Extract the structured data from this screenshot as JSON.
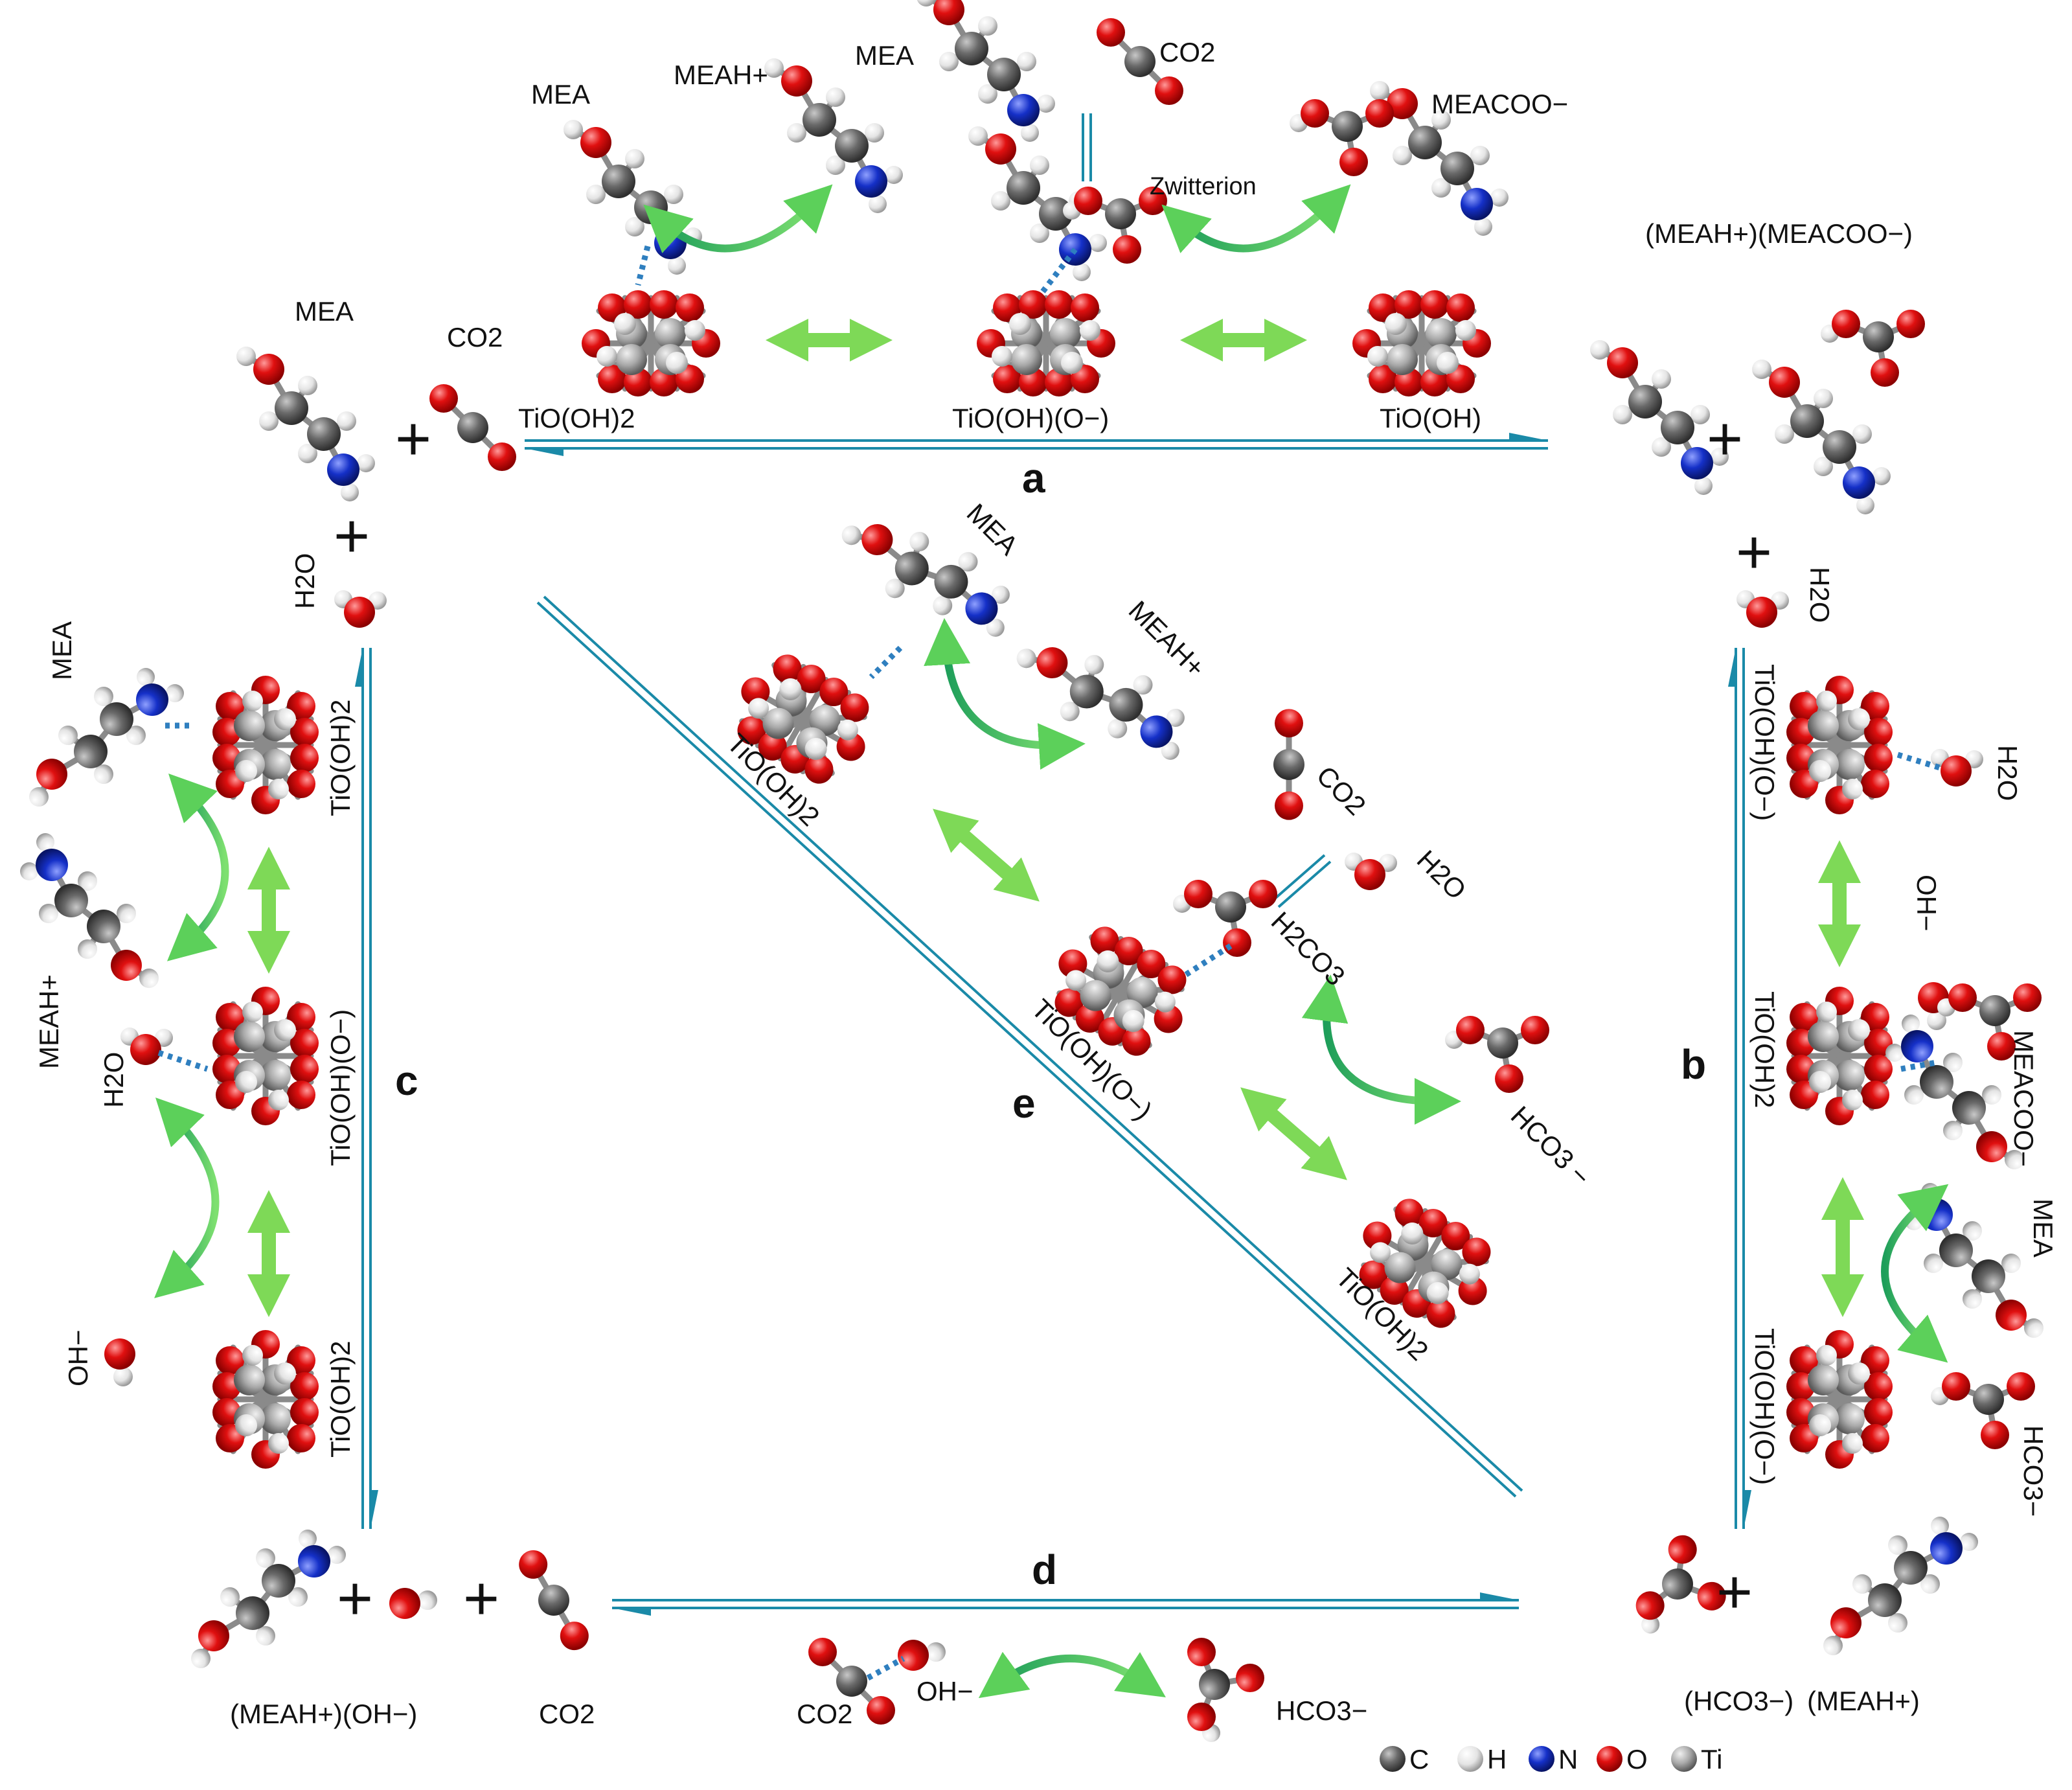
{
  "legend": [
    {
      "symbol": "C",
      "color": "#666666"
    },
    {
      "symbol": "H",
      "color": "#e6e6e6"
    },
    {
      "symbol": "N",
      "color": "#1530c8"
    },
    {
      "symbol": "O",
      "color": "#e01010"
    },
    {
      "symbol": "Ti",
      "color": "#a9a9a9"
    }
  ],
  "panels": {
    "a": "a",
    "b": "b",
    "c": "c",
    "d": "d",
    "e": "e"
  },
  "labels": {
    "a_mea_reactant": "MEA",
    "a_co2_reactant": "CO2",
    "a_h2o_reactant": "H2O",
    "a_mea_adsorbed": "MEA",
    "a_meah": "MEAH+",
    "a_mea_top": "MEA",
    "a_co2_top": "CO2",
    "a_zwitterion": "Zwitterion",
    "a_meacoo": "MEACOO−",
    "a_product": "(MEAH+)(MEACOO−)",
    "a_h2o_product": "H2O",
    "a_surf1": "TiO(OH)2",
    "a_surf2": "TiO(OH)(O−)",
    "a_surf3": "TiO(OH)",
    "b_surf1": "TiO(OH)(O−)",
    "b_h2o": "H2O",
    "b_oh": "OH−",
    "b_surf2": "TiO(OH)2",
    "b_meacoo": "MEACOO−",
    "b_mea": "MEA",
    "b_hco3": "HCO3−",
    "b_surf3": "TiO(OH)(O−)",
    "c_mea": "MEA",
    "c_surf1": "TiO(OH)2",
    "c_meah": "MEAH+",
    "c_h2o": "H2O",
    "c_surf2": "TiO(OH)(O−)",
    "c_oh": "OH−",
    "c_surf3": "TiO(OH)2",
    "d_reactant": "(MEAH+)(OH−)",
    "d_co2_reactant": "CO2",
    "d_co2": "CO2",
    "d_oh": "OH−",
    "d_hco3": "HCO3−",
    "d_product_hco3": "(HCO3−)",
    "d_product_meah": "(MEAH+)",
    "e_mea": "MEA",
    "e_meah": "MEAH+",
    "e_surf1": "TiO(OH)2",
    "e_co2": "CO2",
    "e_h2o": "H2O",
    "e_h2co3": "H2CO3",
    "e_surf2": "TiO(OH)(O−)",
    "e_hco3": "HCO3 −",
    "e_surf3": "TiO(OH)2"
  }
}
